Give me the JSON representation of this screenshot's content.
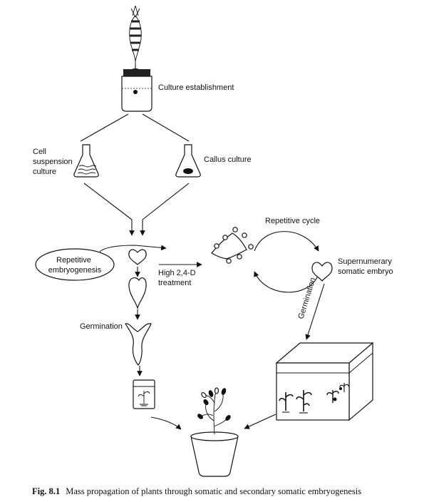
{
  "labels": {
    "culture_establishment": "Culture establishment",
    "cell_suspension": [
      "Cell",
      "suspension",
      "culture"
    ],
    "callus_culture": "Callus culture",
    "repetitive_embryogenesis": [
      "Repetitive",
      "embryogenesis"
    ],
    "high_24d": [
      "High 2,4-D",
      "treatment"
    ],
    "repetitive_cycle": "Repetitive cycle",
    "supernumerary": [
      "Supernumerary",
      "somatic embryo"
    ],
    "germination_left": "Germination",
    "germination_right": "Germination"
  },
  "caption": {
    "number": "Fig. 8.1",
    "text": "Mass propagation of plants through somatic and secondary somatic embryogenesis"
  }
}
